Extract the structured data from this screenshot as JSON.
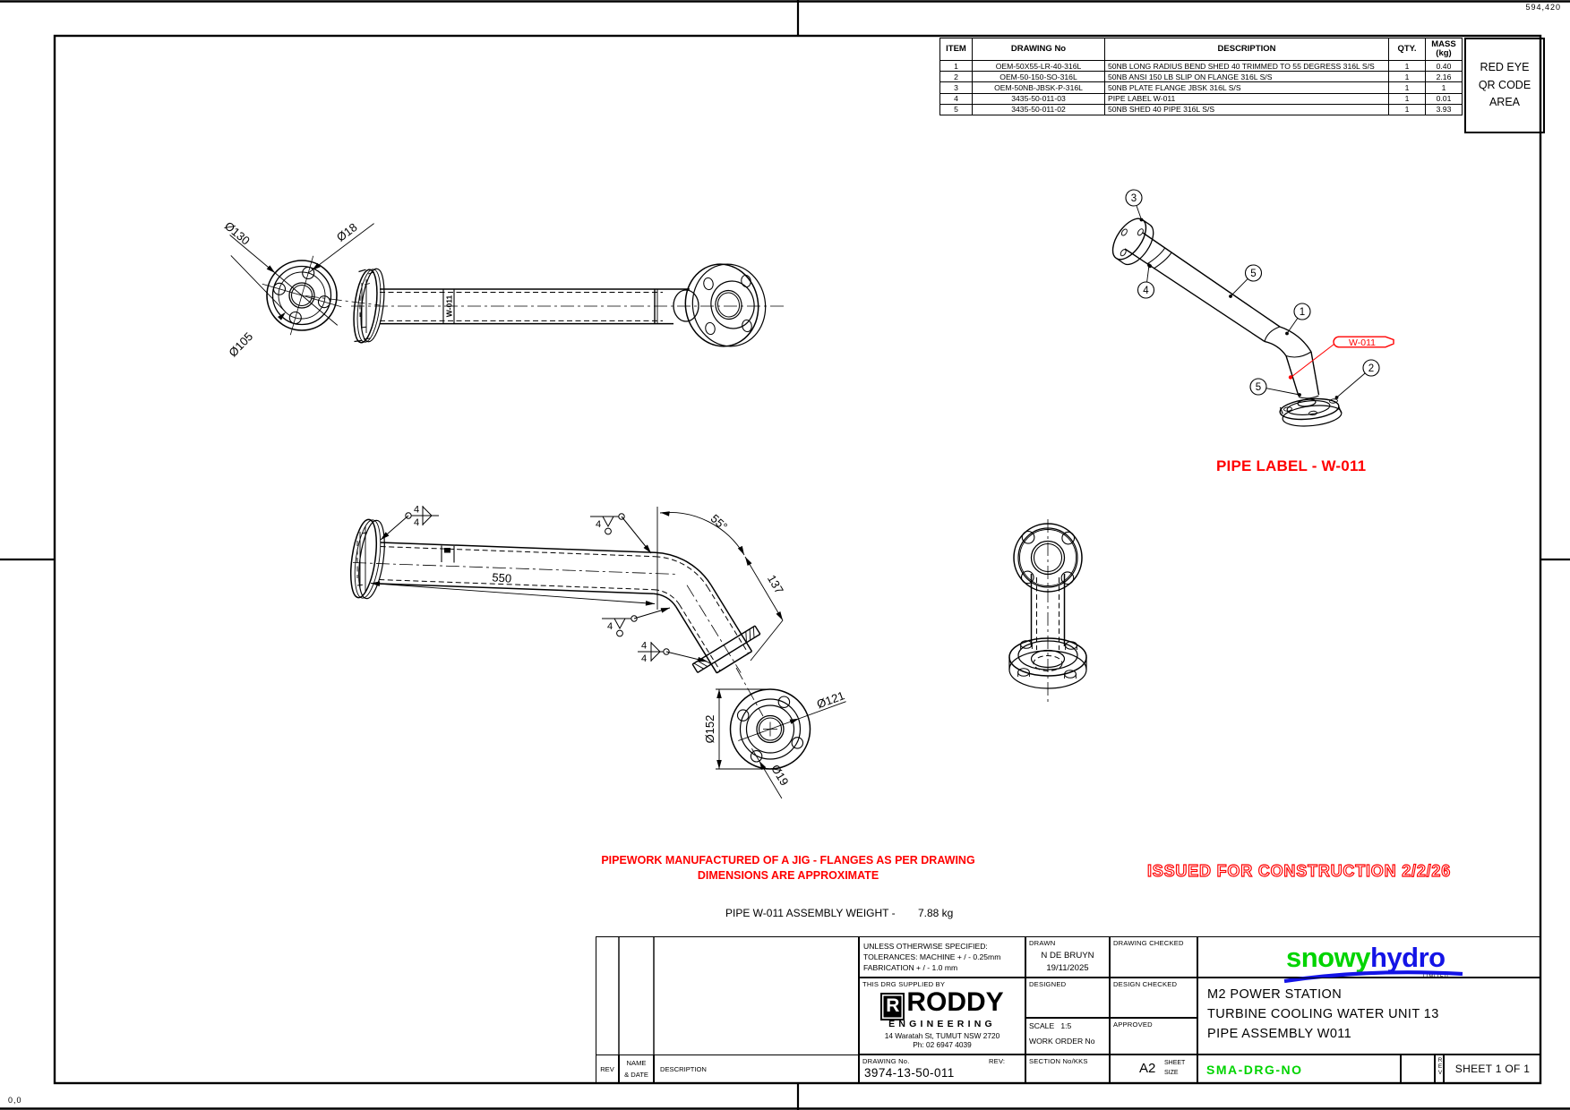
{
  "page": {
    "corner_top_right": "594,420",
    "corner_bottom_left": "0,0"
  },
  "qr_area": {
    "line1": "RED EYE",
    "line2": "QR CODE",
    "line3": "AREA"
  },
  "bom": {
    "headers": {
      "item": "ITEM",
      "drawing_no": "DRAWING No",
      "description": "DESCRIPTION",
      "qty": "QTY.",
      "mass_line1": "MASS",
      "mass_line2": "(kg)"
    },
    "rows": [
      {
        "item": "1",
        "drawing_no": "OEM-50X55-LR-40-316L",
        "description": "50NB LONG RADIUS BEND SHED 40 TRIMMED TO 55 DEGRESS 316L S/S",
        "qty": "1",
        "mass": "0.40"
      },
      {
        "item": "2",
        "drawing_no": "OEM-50-150-SO-316L",
        "description": "50NB ANSI 150 LB SLIP ON  FLANGE 316L S/S",
        "qty": "1",
        "mass": "2.16"
      },
      {
        "item": "3",
        "drawing_no": "OEM-50NB-JBSK-P-316L",
        "description": "50NB PLATE FLANGE JBSK 316L S/S",
        "qty": "1",
        "mass": "1"
      },
      {
        "item": "4",
        "drawing_no": "3435-50-011-03",
        "description": "PIPE LABEL W-011",
        "qty": "1",
        "mass": "0.01"
      },
      {
        "item": "5",
        "drawing_no": "3435-50-011-02",
        "description": "50NB SHED 40 PIPE 316L S/S",
        "qty": "1",
        "mass": "3.93"
      }
    ]
  },
  "views": {
    "top_view": {
      "dim_od": "Ø130",
      "dim_hole": "Ø18",
      "dim_bcd": "Ø105",
      "pipe_label": "W-011"
    },
    "side_view": {
      "dim_length": "550",
      "dim_angle": "55°",
      "dim_leg": "137",
      "weld_size_a": "4",
      "weld_size_b": "4",
      "weld_size_c": "4",
      "weld_size_d": "4",
      "weld_size_e": "4",
      "weld_size_f": "4"
    },
    "flange_view": {
      "dim_od": "Ø152",
      "dim_bcd": "Ø121",
      "dim_hole": "Ø19"
    },
    "iso_view": {
      "balloon_1": "1",
      "balloon_2": "2",
      "balloon_3": "3",
      "balloon_4": "4",
      "balloon_5a": "5",
      "balloon_5b": "5",
      "flag_label": "W-011",
      "caption": "PIPE LABEL - W-011"
    }
  },
  "notes": {
    "jig_note_line1": "PIPEWORK MANUFACTURED OF A JIG - FLANGES AS PER DRAWING",
    "jig_note_line2": "DIMENSIONS ARE APPROXIMATE",
    "weight_label": "PIPE W-011 ASSEMBLY WEIGHT -",
    "weight_value": "7.88 kg",
    "issued_stamp": "ISSUED FOR CONSTRUCTION 2/2/26"
  },
  "title_block": {
    "rev_col": "REV",
    "name_date_line1": "NAME",
    "name_date_line2": "& DATE",
    "description_col": "DESCRIPTION",
    "tolerances_line1": "UNLESS OTHERWISE SPECIFIED:",
    "tolerances_line2": "TOLERANCES: MACHINE + / - 0.25mm",
    "tolerances_line3": "FABRICATION + / - 1.0 mm",
    "supplied_by_label": "THIS DRG SUPPLIED BY",
    "drawn_label": "DRAWN",
    "drawn_name": "N DE BRUYN",
    "drawn_date": "19/11/2025",
    "drawing_checked_label": "DRAWING CHECKED",
    "designed_label": "DESIGNED",
    "design_checked_label": "DESIGN CHECKED",
    "scale_label": "SCALE",
    "scale_value": "1:5",
    "work_order_label": "WORK ORDER No",
    "approved_label": "APPROVED",
    "drawing_no_label": "DRAWING No.",
    "drawing_no_value": "3974-13-50-011",
    "rev_label": "REV:",
    "section_label": "SECTION No/KKS",
    "sheet_size_value": "A2",
    "sheet_size_label_line1": "SHEET",
    "sheet_size_label_line2": "SIZE",
    "sma_drg_no": "SMA-DRG-NO",
    "rev_vertical": "REV",
    "sheet_of": "SHEET 1 OF 1",
    "project_line1": "M2 POWER STATION",
    "project_line2": "TURBINE COOLING WATER UNIT 13",
    "project_line3": "PIPE ASSEMBLY W011",
    "address_line1": "14 Waratah St, TUMUT NSW 2720",
    "address_line2": "Ph: 02 6947 4039"
  },
  "logos": {
    "roddy": {
      "icon_letter": "R",
      "name": "RODDY",
      "sub": "ENGINEERING"
    },
    "snowyhydro": {
      "part1": "snowy",
      "part2": "hydro",
      "sub": "LIMITED"
    }
  },
  "colors": {
    "red": "#FF0000",
    "green": "#00D400",
    "blue": "#1414E6",
    "line": "#000000"
  }
}
